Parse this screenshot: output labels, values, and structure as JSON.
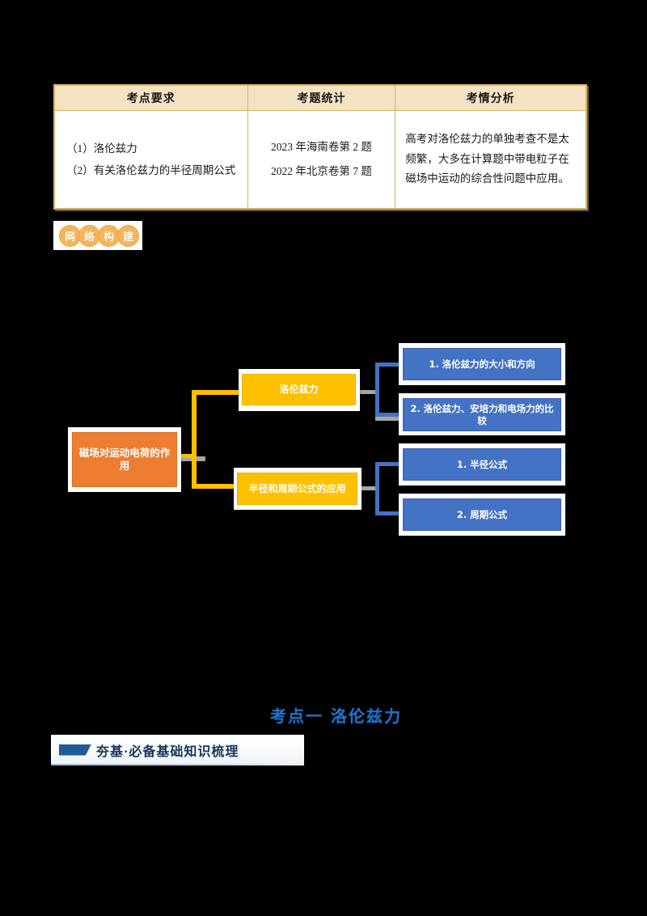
{
  "table": {
    "headers": [
      "考点要求",
      "考题统计",
      "考情分析"
    ],
    "rows": [
      {
        "requirements": [
          "（1）洛伦兹力",
          "（2）有关洛伦兹力的半径周期公式"
        ],
        "statistics": [
          "2023 年海南卷第 2 题",
          "2022 年北京卷第 7 题"
        ],
        "analysis": "高考对洛伦兹力的单独考查不是太频繁，大多在计算题中带电粒子在磁场中运动的综合性问题中应用。"
      }
    ]
  },
  "badge": {
    "label": "网络构建",
    "chars": [
      "网",
      "络",
      "构",
      "建"
    ],
    "color": "#f5b55a"
  },
  "mindmap": {
    "root": {
      "label": "磁场对运动电荷的作用",
      "color": "#ed7d31"
    },
    "branches": [
      {
        "label": "洛伦兹力",
        "color": "#ffc000",
        "children": [
          {
            "label": "1. 洛伦兹力的大小和方向",
            "color": "#4472c4"
          },
          {
            "label": "2. 洛伦兹力、安培力和电场力的比较",
            "color": "#4472c4"
          }
        ]
      },
      {
        "label": "半径和周期公式的应用",
        "color": "#ffc000",
        "children": [
          {
            "label": "1. 半径公式",
            "color": "#4472c4"
          },
          {
            "label": "2. 周期公式",
            "color": "#4472c4"
          }
        ]
      }
    ]
  },
  "bottom": {
    "kaodian_title": "考点一 洛伦兹力",
    "kaodian_title_color": "#1f72c8",
    "section_label": "夯基·必备基础知识梳理",
    "section_marker_color": "#1f5b96"
  }
}
